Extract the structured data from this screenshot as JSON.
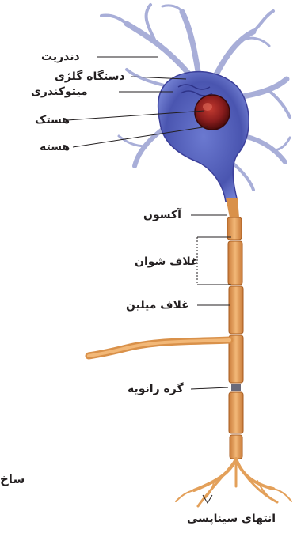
{
  "labels": {
    "dendrite": "دندریت",
    "golgi": "دستگاه گلژی",
    "mitochondria": "میتوکندری",
    "nucleus": "هستک",
    "nucleus_body": "هسته",
    "axon": "آکسون",
    "schwann_sheath": "غلاف شوان",
    "myelin_sheath": "غلاف میلین",
    "node_of_ranvier": "گره رانویه",
    "synaptic_terminal": "انتهای سیناپسی",
    "cut_caption": "ساخ"
  },
  "colors": {
    "cell_body": "#5a6bc0",
    "cell_body_dark": "#3b3f9a",
    "nucleus": "#8a1d1d",
    "axon": "#e3a05a",
    "axon_dark": "#b86a2a",
    "leader": "#231f20"
  }
}
